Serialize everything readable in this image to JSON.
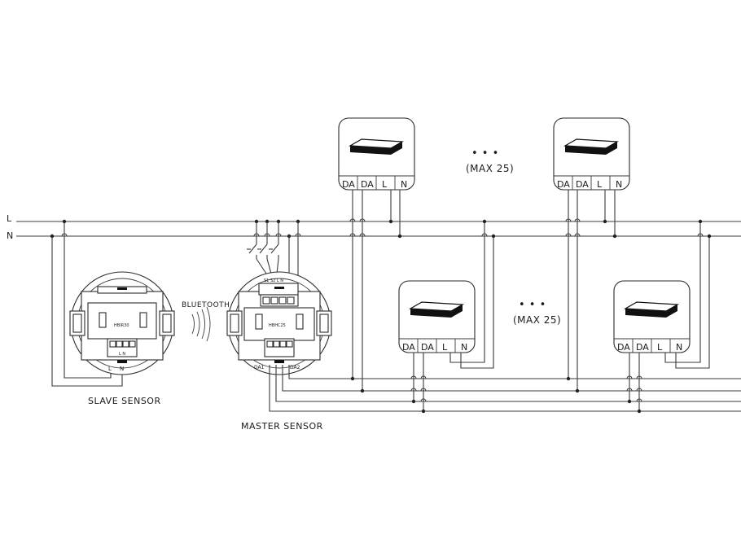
{
  "lines": {
    "l": "L",
    "n": "N"
  },
  "terminals": {
    "da": "DA",
    "l": "L",
    "n": "N"
  },
  "max_label": "(MAX 25)",
  "ellipsis": "• • •",
  "bluetooth_label": "BLUETOOTH",
  "slave": {
    "label": "SLAVE SENSOR",
    "model": "HBIR30",
    "term_l": "L",
    "term_n": "N",
    "pins": "L  N"
  },
  "master": {
    "label": "MASTER SENSOR",
    "model": "HBHC25",
    "term_da1": "DA1",
    "term_da2": "DA2",
    "pins": "S1 S2 L  N"
  }
}
